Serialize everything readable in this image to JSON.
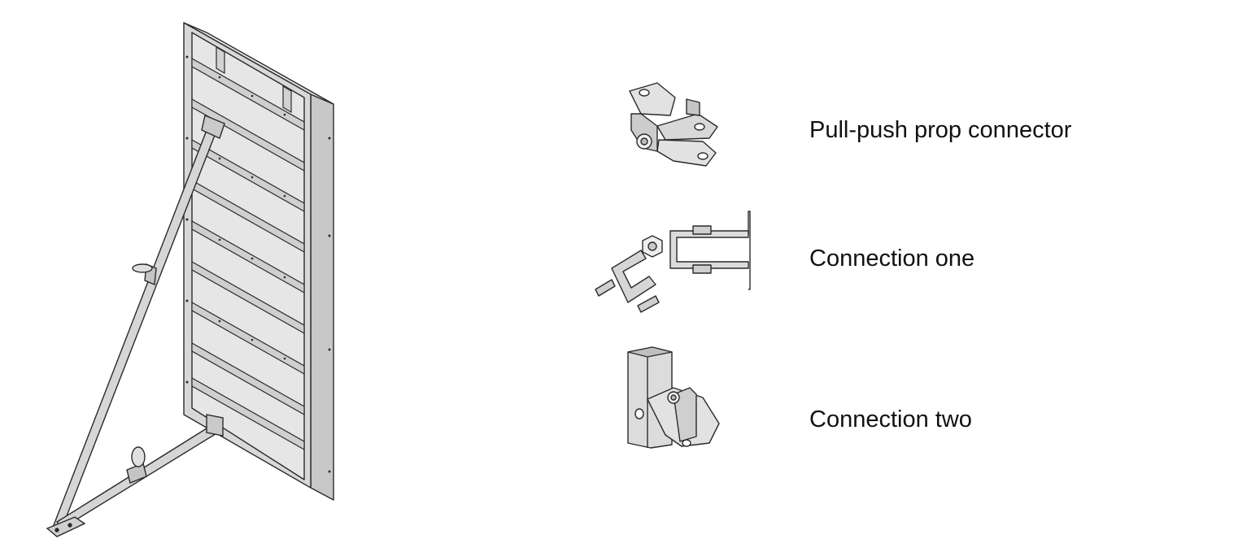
{
  "colors": {
    "metal_fill": "#dcdcdc",
    "metal_dark": "#bdbdbd",
    "outline": "#2a2a2a",
    "label_text": "#111111"
  },
  "parts": [
    {
      "label": "Pull-push prop connector",
      "icon": "prop-connector-icon"
    },
    {
      "label": "Connection one",
      "icon": "connection-one-icon"
    },
    {
      "label": "Connection two",
      "icon": "connection-two-icon"
    }
  ]
}
